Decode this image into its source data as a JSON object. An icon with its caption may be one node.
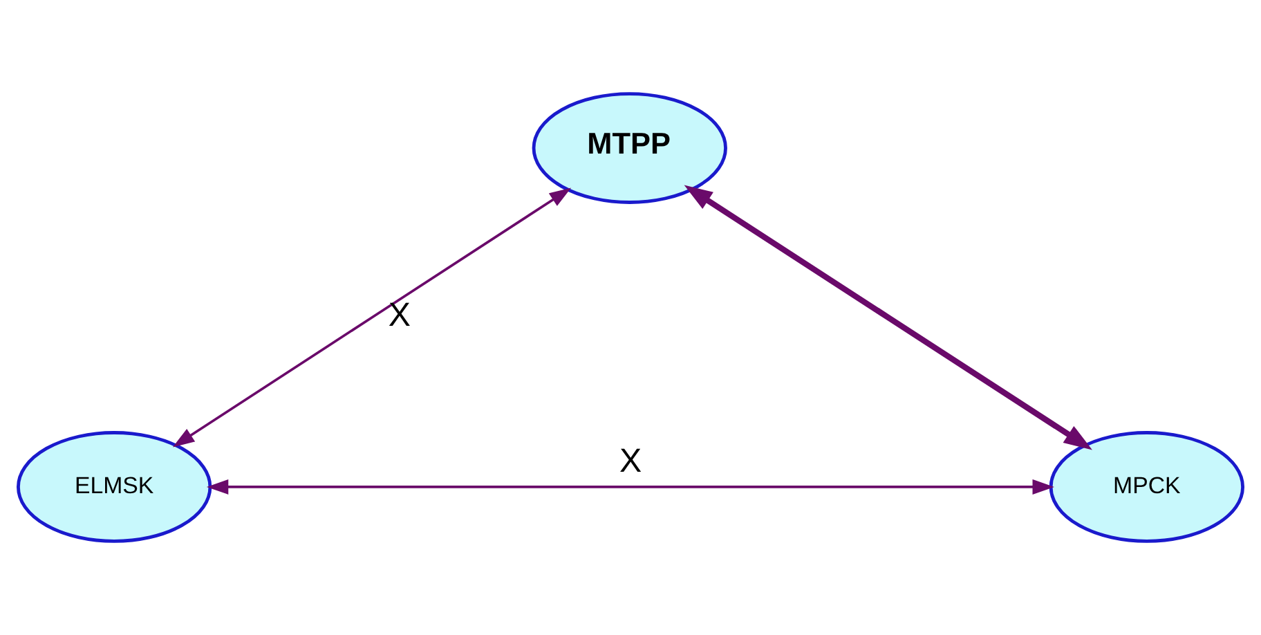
{
  "diagram": {
    "nodes": [
      {
        "text": [
          "MTPP"
        ]
      },
      {
        "text": [
          "ELMSK"
        ]
      },
      {
        "text": [
          "MPCK"
        ]
      }
    ],
    "edges": [
      {
        "from": 0,
        "to": 1,
        "arrow": "both",
        "label": "X"
      },
      {
        "from": 0,
        "to": 2,
        "arrow": "both",
        "style": "thick"
      },
      {
        "from": 1,
        "to": 2,
        "arrow": "both",
        "label": "X"
      }
    ]
  }
}
